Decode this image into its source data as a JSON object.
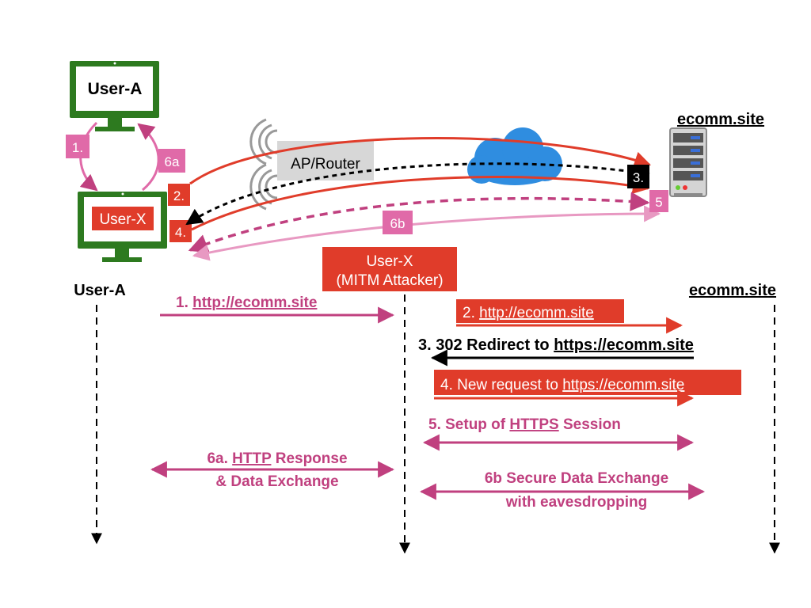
{
  "top": {
    "user_a_box": "User-A",
    "user_x_box": "User-X",
    "server_label": "ecomm.site",
    "router_label": "AP/Router",
    "step_1": "1.",
    "step_6a": "6a",
    "step_2": "2.",
    "step_3": "3.",
    "step_4": "4.",
    "step_5": "5",
    "step_6b": "6b"
  },
  "sequence": {
    "left_actor": "User-A",
    "right_actor": "ecomm.site",
    "attacker_line1": "User-X",
    "attacker_line2": "(MITM Attacker)",
    "msg1_prefix": "1. ",
    "msg1_link": "http://ecomm.site",
    "msg2_prefix": "2. ",
    "msg2_link": "http://ecomm.site",
    "msg3_prefix": "3. 302 Redirect to  ",
    "msg3_link": "https://ecomm.site",
    "msg4_prefix": "4. New request to ",
    "msg4_link": "https://ecomm.site",
    "msg5_prefix": "5. Setup of ",
    "msg5_link": "HTTPS",
    "msg5_suffix": " Session",
    "msg6a_prefix": "6a. ",
    "msg6a_link": "HTTP",
    "msg6a_suffix": " Response",
    "msg6a_line2": "& Data Exchange",
    "msg6b_line1": "6b Secure Data Exchange",
    "msg6b_line2": "with eavesdropping"
  },
  "colors": {
    "magenta": "#c0407f",
    "red": "#e03c2a",
    "green": "#2d7a1f",
    "pink": "#e06aa8",
    "black": "#000000"
  }
}
